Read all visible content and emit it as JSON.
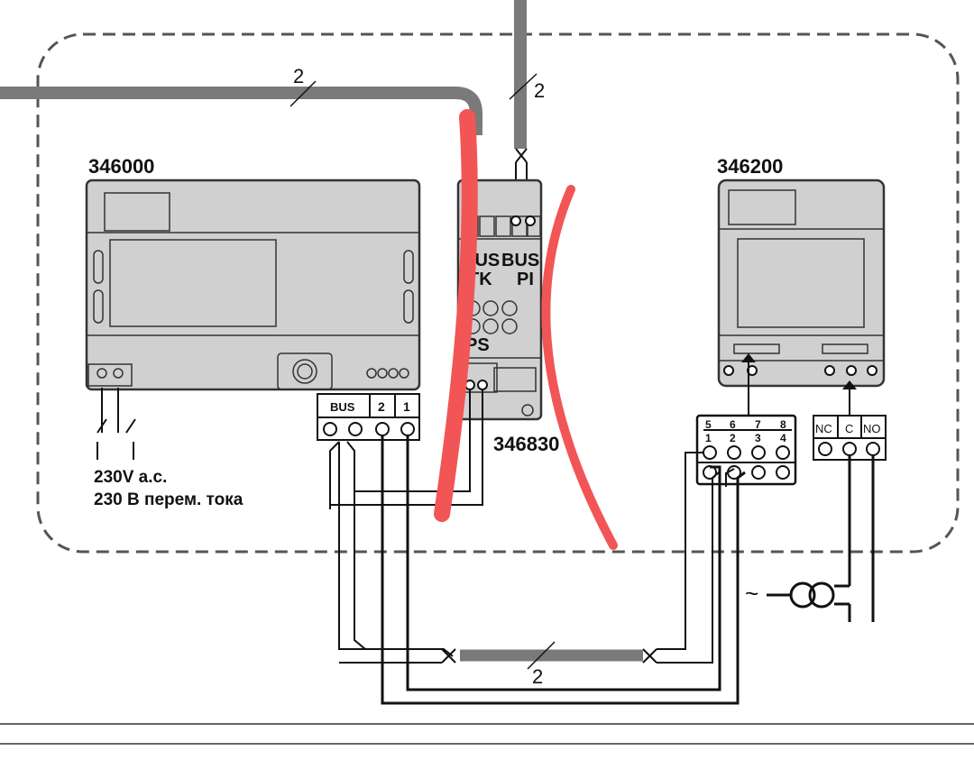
{
  "devices": {
    "controller": {
      "code": "346000",
      "terminals": [
        "BUS",
        "2",
        "1"
      ]
    },
    "power_supply": {
      "code": "346830",
      "labels": [
        "BUS",
        "TK",
        "BUS",
        "PI",
        "PS"
      ]
    },
    "relay_module": {
      "code": "346200"
    }
  },
  "terminal_block": {
    "top_row": [
      "5",
      "6",
      "7",
      "8"
    ],
    "bottom_row": [
      "1",
      "2",
      "3",
      "4"
    ]
  },
  "relay_contacts": [
    "NC",
    "C",
    "NO"
  ],
  "cable_labels": [
    "2",
    "2",
    "2"
  ],
  "power_label": {
    "line1": "230V a.c.",
    "line2": "230 В перем. тока"
  },
  "ac_symbol": "~",
  "colors": {
    "cable": "#7a7a7a",
    "device": "#d0d0d0",
    "cross_out": "#f25555"
  }
}
